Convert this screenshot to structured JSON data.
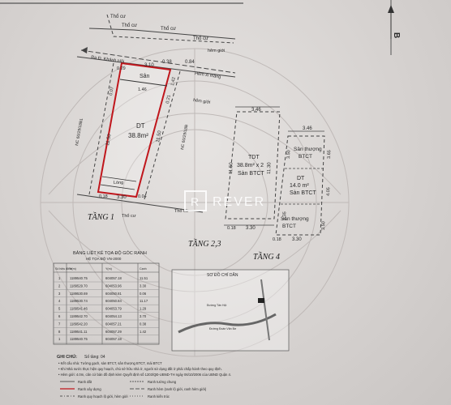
{
  "north_label": "B",
  "street_label": "Ra Đ. Khánh Hội",
  "alley_label": "Hẻm xi măng",
  "plot": {
    "area_label": "DT",
    "area_value": "38.8m²",
    "porch_label": "Sân",
    "stair_label": "Lòng",
    "neighbors": [
      "Thổ cư",
      "Thổ cư",
      "Thổ cư",
      "Thổ cư",
      "Thổ cư",
      "Thổ cư",
      "hẻm giới",
      "hẻm giới"
    ],
    "neighbor_codes": [
      "NC 60/29/18B1",
      "NC 60/29/18B"
    ],
    "dims": [
      "3.10",
      "0.38",
      "0.84",
      "0.29",
      "1.42",
      "0.07",
      "1.46",
      "0.21",
      "11.50",
      "11.50",
      "0.18",
      "3.30",
      "0.04"
    ]
  },
  "floor1_title": "TẦNG 1",
  "floor23": {
    "title": "TẦNG 2,3",
    "line1": "TDT",
    "line2": "38.8m² x 2",
    "line3": "Sàn BTCT",
    "dims": [
      "3.46",
      "11.50",
      "11.30",
      "0.18",
      "3.30"
    ]
  },
  "floor4": {
    "title": "TẦNG 4",
    "top_label": "Sân thượng",
    "top_sub": "BTCT",
    "dt_label": "DT",
    "dt_value": "14.0 m²",
    "dt_sub": "Sàn BTCT",
    "bottom_label": "Sân thượng",
    "bottom_sub": "BTCT",
    "dims": [
      "3.46",
      "3.50",
      "3.65",
      "4.05",
      "3.35",
      "3.50",
      "0.18",
      "3.30"
    ]
  },
  "watermark": {
    "letter": "R",
    "text": "REVER"
  },
  "coord_table": {
    "title": "BẢNG LIỆT KÊ TỌA ĐỘ GÓC RANH",
    "subtitle": "HỆ TỌA ĐỘ VN-2000",
    "headers": [
      "Số hiệu điểm",
      "X(m)",
      "Y(m)",
      "Cạnh"
    ],
    "rows": [
      [
        "1",
        "1189540.75",
        "604057.18",
        "11.51"
      ],
      [
        "2",
        "1189529.70",
        "604053.96",
        "3.30"
      ],
      [
        "3",
        "1189530.69",
        "604050.81",
        "0.06"
      ],
      [
        "4",
        "1189530.74",
        "604050.84",
        "11.17"
      ],
      [
        "5",
        "1189541.46",
        "604053.79",
        "1.29"
      ],
      [
        "6",
        "1189542.70",
        "604054.13",
        "3.70"
      ],
      [
        "7",
        "1189542.20",
        "604057.21",
        "0.38"
      ],
      [
        "8",
        "1189541.11",
        "604057.29",
        "1.42"
      ],
      [
        "1",
        "1189540.75",
        "604057.18",
        ""
      ]
    ]
  },
  "locator": {
    "title": "SƠ ĐỒ CHỈ DẪN",
    "street1": "Đường Tân Hội",
    "street2": "Đường Đoàn Văn Bơ"
  },
  "notes": {
    "header": "GHI CHÚ:",
    "sheet": "Số tầng: 04",
    "lines": [
      "• Kết cấu nhà: Tường gạch, sàn BTCT, sân thượng BTCT, mái BTCT",
      "• Khi Nhà nước thực hiện quy hoạch, chủ sở hữu nhà ở, người sử dụng đất ở phải chấp hành theo quy định.",
      "• Hẻm giới: 4.0m, căn cứ bản đồ định kèm Quyết định số 1203/QĐ-UBND-TH ngày 06/10/2006 của UBND Quận 4."
    ],
    "legend": [
      "Ranh đất",
      "Ranh tường chung",
      "Ranh xây dựng",
      "Ranh hẻm (ranh lộ giới, ranh hẻm giới)",
      "Ranh quy hoạch lộ giới, hẻm giới",
      "Ranh kiến trúc"
    ]
  }
}
